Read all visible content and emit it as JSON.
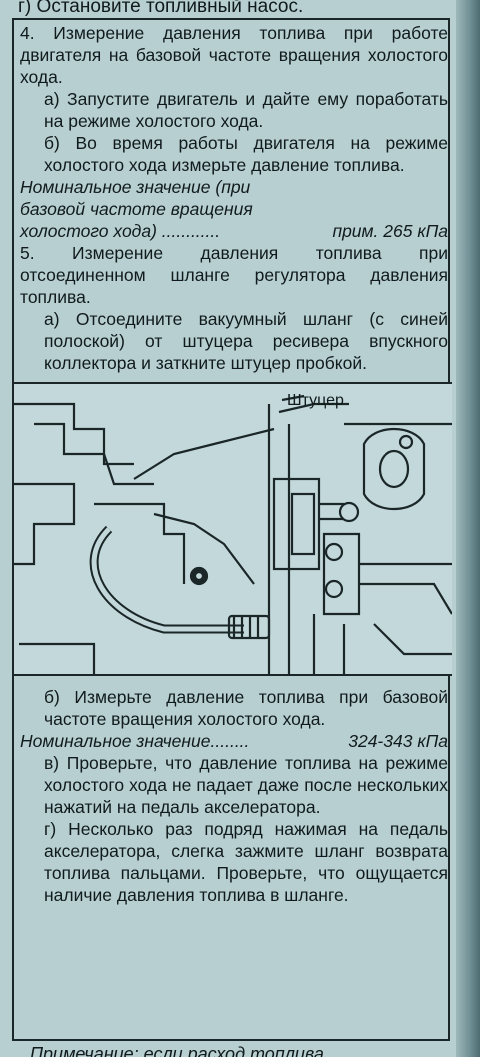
{
  "prev_line": "г) Остановите топливный насос.",
  "section4": {
    "heading": "4. Измерение давления топлива при работе двигателя на базовой частоте вращения холостого хода.",
    "step_a": "а) Запустите двигатель и дайте ему поработать на режиме холостого хода.",
    "step_b": "б) Во время работы двигателя на режиме холостого хода измерьте давление топлива.",
    "nominal_label": "Номинальное значение (при базовой частоте вращения холостого хода) ............",
    "nominal_value": "прим. 265 кПа"
  },
  "section5": {
    "heading": "5. Измерение давления топлива при отсоединенном шланге регулятора давления топлива.",
    "step_a": "а) Отсоедините вакуумный шланг (с синей полоской) от штуцера ресивера впускного коллектора и заткните штуцер пробкой.",
    "figure_label": "Штуцер",
    "step_b": "б) Измерьте давление топлива при базовой частоте вращения холостого хода.",
    "nominal_label": "Номинальное значение........",
    "nominal_value": "324-343 кПа",
    "step_c": "в) Проверьте, что давление топлива на режиме холостого хода не падает даже после нескольких нажатий на педаль акселератора.",
    "step_d": "г) Несколько раз подряд нажимая на педаль акселератора, слегка зажмите шланг возврата топлива пальцами. Проверьте, что ощущается наличие давления топлива в шланге."
  },
  "next_line": "Примечание: если расход топлива"
}
